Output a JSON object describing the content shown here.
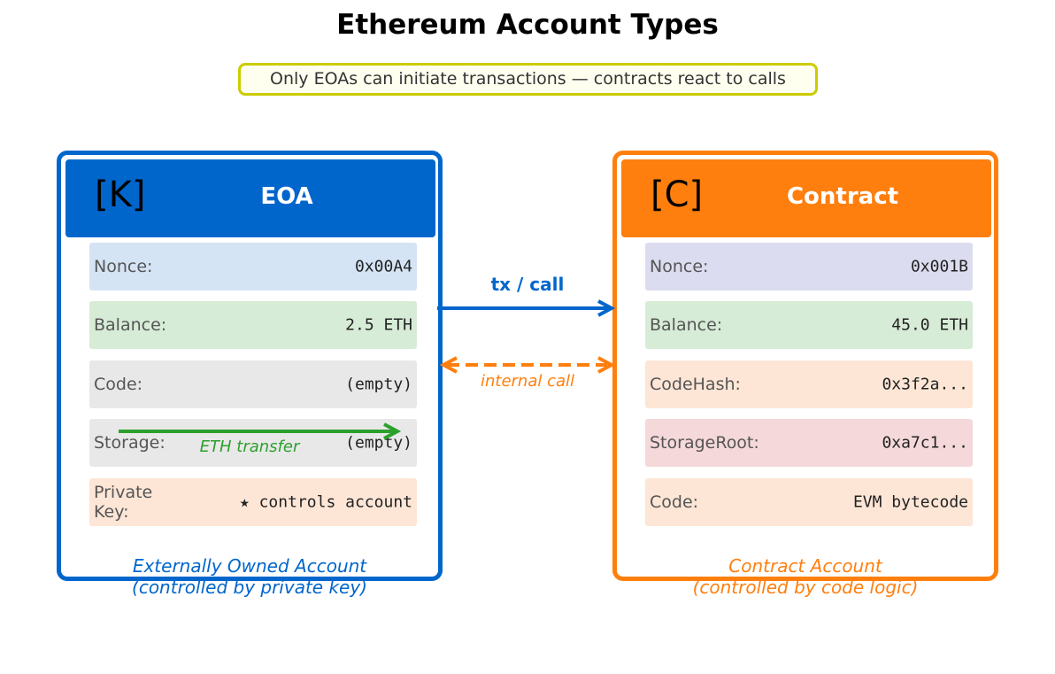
{
  "title": "Ethereum Account Types",
  "subtitle": "Only EOAs can initiate transactions — contracts react to calls",
  "eoa": {
    "icon": "[K]",
    "title": "EOA",
    "fields": [
      {
        "label": "Nonce:",
        "value": "0x00A4",
        "color": "#d4e4f5"
      },
      {
        "label": "Balance:",
        "value": "2.5 ETH",
        "color": "#d7ecd7"
      },
      {
        "label": "Code:",
        "value": "(empty)",
        "color": "#e8e8e8"
      },
      {
        "label": "Storage:",
        "value": "(empty)",
        "color": "#e8e8e8"
      },
      {
        "label": "Private\nKey:",
        "value": "★  controls account",
        "color": "#fde6d6"
      }
    ],
    "caption_line1": "Externally Owned Account",
    "caption_line2": "(controlled by private key)"
  },
  "contract": {
    "icon": "[C]",
    "title": "Contract",
    "fields": [
      {
        "label": "Nonce:",
        "value": "0x001B",
        "color": "#dcdcf0"
      },
      {
        "label": "Balance:",
        "value": "45.0 ETH",
        "color": "#d7ecd7"
      },
      {
        "label": "CodeHash:",
        "value": "0x3f2a...",
        "color": "#fde6d6"
      },
      {
        "label": "StorageRoot:",
        "value": "0xa7c1...",
        "color": "#f5d8da"
      },
      {
        "label": "Code:",
        "value": "EVM bytecode",
        "color": "#fde6d6"
      }
    ],
    "caption_line1": "Contract Account",
    "caption_line2": "(controlled by code logic)"
  },
  "arrows": {
    "tx_label": "tx / call",
    "internal_label": "internal call",
    "eth_label": "ETH transfer",
    "tx_color": "#0066cc",
    "internal_color": "#ff7f0e",
    "eth_color": "#2ca02c"
  }
}
